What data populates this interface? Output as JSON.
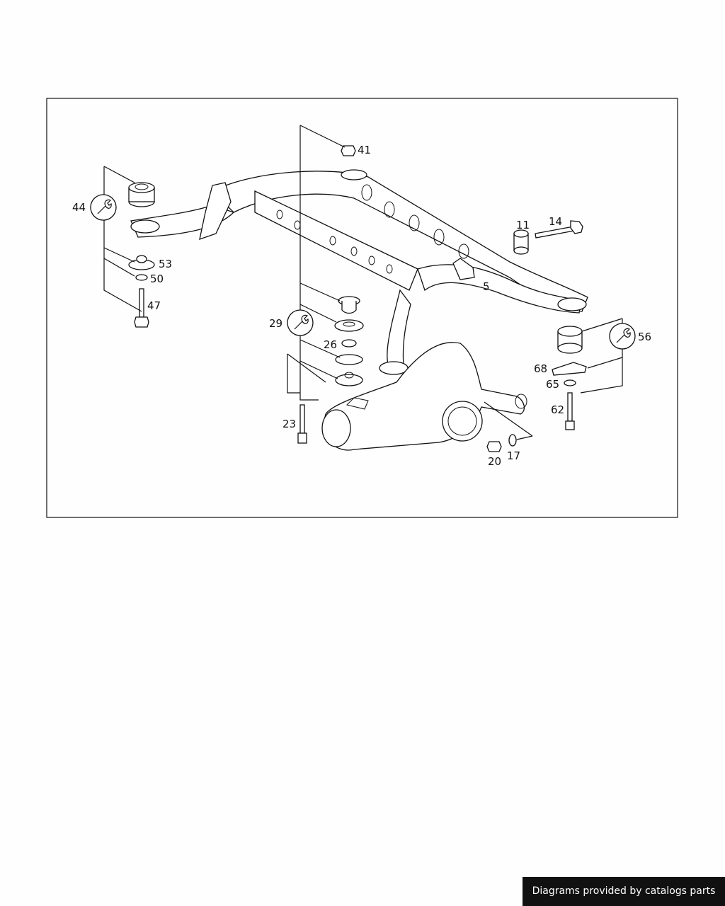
{
  "diagram": {
    "callouts": [
      {
        "id": "44",
        "label": "44"
      },
      {
        "id": "53",
        "label": "53"
      },
      {
        "id": "50",
        "label": "50"
      },
      {
        "id": "47",
        "label": "47"
      },
      {
        "id": "41",
        "label": "41"
      },
      {
        "id": "11",
        "label": "11"
      },
      {
        "id": "14",
        "label": "14"
      },
      {
        "id": "5",
        "label": "5"
      },
      {
        "id": "29",
        "label": "29"
      },
      {
        "id": "26",
        "label": "26"
      },
      {
        "id": "23",
        "label": "23"
      },
      {
        "id": "56",
        "label": "56"
      },
      {
        "id": "68",
        "label": "68"
      },
      {
        "id": "65",
        "label": "65"
      },
      {
        "id": "62",
        "label": "62"
      },
      {
        "id": "20",
        "label": "20"
      },
      {
        "id": "17",
        "label": "17"
      }
    ],
    "wrench_icon_callouts": [
      "44",
      "29",
      "56"
    ]
  },
  "footer": {
    "credit": "Diagrams provided by catalogs parts"
  }
}
